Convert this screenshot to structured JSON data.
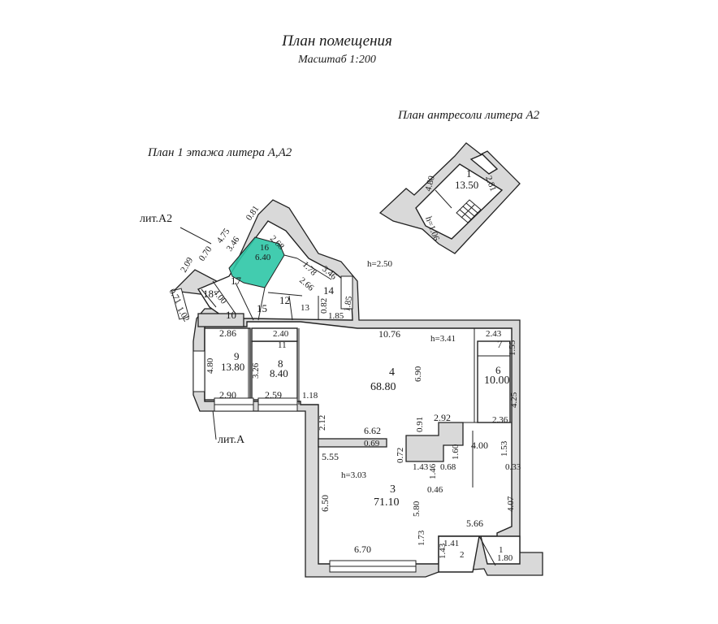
{
  "title": "План помещения",
  "scale": "Масштаб 1:200",
  "mezzanine_title": "План антресоли литера А2",
  "floor_title": "План 1 этажа литера А,А2",
  "lit_a2": "лит.А2",
  "lit_a": "лит.А",
  "colors": {
    "highlight": "#2ec6a6",
    "wall": "#d9d9d9",
    "line": "#222222"
  },
  "rooms": {
    "r1": {
      "num": "1",
      "area": "1.80"
    },
    "r2": {
      "num": "2",
      "area": ""
    },
    "r3": {
      "num": "3",
      "area": "71.10"
    },
    "r4": {
      "num": "4",
      "area": "68.80"
    },
    "r6": {
      "num": "6",
      "area": "10.00"
    },
    "r7": {
      "num": "7"
    },
    "r8": {
      "num": "8",
      "area": "8.40"
    },
    "r9": {
      "num": "9",
      "area": "13.80"
    },
    "r10": {
      "num": "10"
    },
    "r11": {
      "num": "11"
    },
    "r12": {
      "num": "12"
    },
    "r13": {
      "num": "13"
    },
    "r14": {
      "num": "14"
    },
    "r15": {
      "num": "15"
    },
    "r16": {
      "num": "16",
      "area": "6.40"
    },
    "r17": {
      "num": "17"
    },
    "r18": {
      "num": "18"
    },
    "m1": {
      "num": "1",
      "area": "13.50"
    }
  },
  "dims": {
    "d1076": "10.76",
    "h341": "h=3.41",
    "h250": "h=2.50",
    "h303": "h=3.03",
    "h106": "h=1.06",
    "d690": "6.90",
    "d662": "6.62",
    "d555": "5.55",
    "d069": "0.69",
    "d650": "6.50",
    "d670": "6.70",
    "d580": "5.80",
    "d407": "4.07",
    "d566": "5.66",
    "d400": "4.00",
    "d292": "2.92",
    "d236": "2.36",
    "d425": "4.25",
    "d243": "2.43",
    "d155": "1.55",
    "d286": "2.86",
    "d480": "4.80",
    "d290": "2.90",
    "d259": "2.59",
    "d118": "1.18",
    "d326": "3.26",
    "d240": "2.40",
    "d212": "2.12",
    "d173": "1.73",
    "d143": "1.43",
    "d141": "1.41",
    "d180": "1.80",
    "d153": "1.53",
    "d033": "0.33",
    "d072": "0.72",
    "d160": "1.60",
    "d068": "0.68",
    "d146": "1.46",
    "d046": "0.46",
    "d143b": "1.43",
    "d091": "0.91",
    "d475": "4.75",
    "d268": "2.68",
    "d346": "3.46",
    "d081": "0.81",
    "d209": "2.09",
    "d071": "0.71",
    "d102": "1.02",
    "d070": "0.70",
    "d400b": "4.00",
    "d346b": "3.46",
    "d266": "2.66",
    "d185": "1.85",
    "d185b": "1.85",
    "d082": "0.82",
    "d178": "1.78",
    "d480m": "4.80",
    "d281m": "2.81"
  }
}
